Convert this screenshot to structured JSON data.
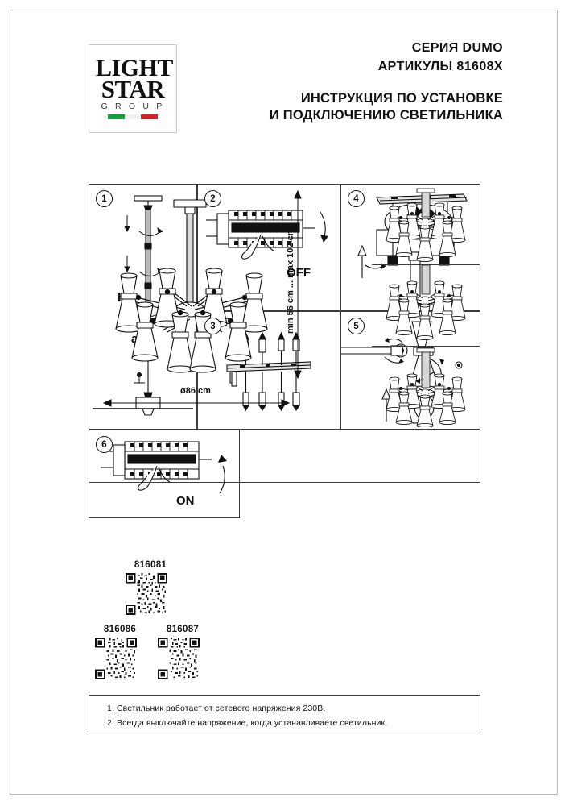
{
  "header": {
    "logo": {
      "line1": "LIGHT",
      "line2": "STAR",
      "line3": "G R O U P",
      "flag_colors": [
        "#169b3f",
        "#f2f2f2",
        "#d8232a"
      ]
    },
    "series": "СЕРИЯ DUMO",
    "articles": "АРТИКУЛЫ 81608X",
    "title_line1": "ИНСТРУКЦИЯ ПО УСТАНОВКЕ",
    "title_line2": "И ПОДКЛЮЧЕНИЮ СВЕТИЛЬНИКА"
  },
  "steps": [
    {
      "number": "1",
      "label_a": "a",
      "label_b": "b",
      "caption": ""
    },
    {
      "number": "2",
      "caption": "OFF"
    },
    {
      "number": "3",
      "caption": ""
    },
    {
      "number": "4",
      "caption": ""
    },
    {
      "number": "5",
      "caption": ""
    },
    {
      "number": "6",
      "caption": "ON"
    }
  ],
  "product": {
    "width_label": "ø86 cm",
    "height_label": "min 56 cm ... max 102 cm",
    "arm_count": 8
  },
  "qr_codes": [
    {
      "code": "816081"
    },
    {
      "code": "816086"
    },
    {
      "code": "816087"
    }
  ],
  "notes": [
    "1. Светильник работает от сетевого напряжения 230В.",
    "2. Всегда выключайте напряжение, когда устанавливаете светильник."
  ]
}
